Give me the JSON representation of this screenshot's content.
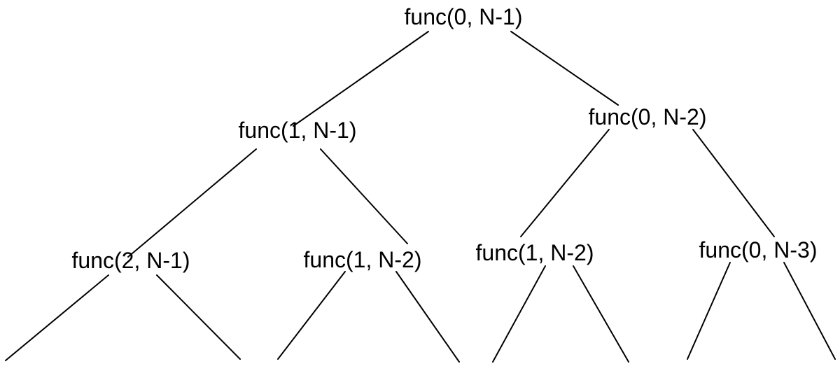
{
  "tree": {
    "root": {
      "label": "func(0, N-1)"
    },
    "level1": [
      {
        "label": "func(1, N-1)"
      },
      {
        "label": "func(0, N-2)"
      }
    ],
    "level2": [
      {
        "label": "func(2, N-1)"
      },
      {
        "label": "func(1, N-2)"
      },
      {
        "label": "func(1, N-2)"
      },
      {
        "label": "func(0, N-3)"
      }
    ]
  },
  "colors": {
    "background": "#ffffff",
    "line": "#000000",
    "text": "#000000"
  }
}
